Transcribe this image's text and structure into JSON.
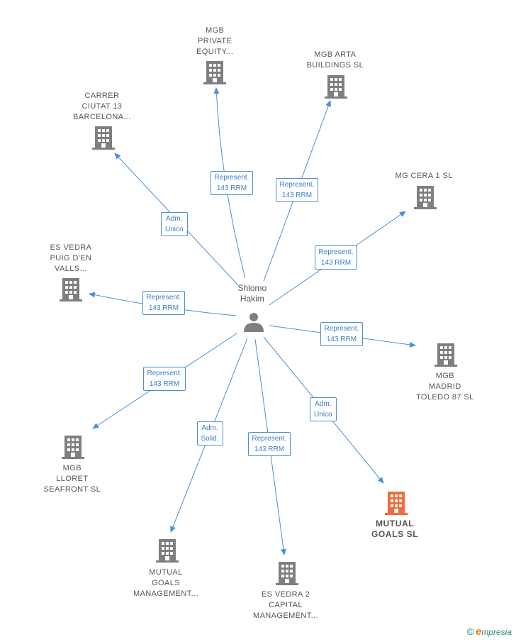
{
  "center": {
    "name": "Shlomo\nHakim"
  },
  "nodes": [
    {
      "id": "mgb-private",
      "label": "MGB\nPRIVATE\nEQUITY...",
      "highlight": false
    },
    {
      "id": "mgb-arta",
      "label": "MGB ARTA\nBUILDINGS  SL",
      "highlight": false
    },
    {
      "id": "carrer",
      "label": "CARRER\nCIUTAT 13\nBARCELONA...",
      "highlight": false
    },
    {
      "id": "mg-cera",
      "label": "MG CERA 1  SL",
      "highlight": false
    },
    {
      "id": "es-vedra-puig",
      "label": "ES VEDRA\nPUIG D'EN\nVALLS...",
      "highlight": false
    },
    {
      "id": "mgb-madrid",
      "label": "MGB\nMADRID\nTOLEDO 87  SL",
      "highlight": false
    },
    {
      "id": "mgb-lloret",
      "label": "MGB\nLLORET\nSEAFRONT  SL",
      "highlight": false
    },
    {
      "id": "mutual-goals",
      "label": "MUTUAL\nGOALS  SL",
      "highlight": true
    },
    {
      "id": "mutual-goals-mgmt",
      "label": "MUTUAL\nGOALS\nMANAGEMENT...",
      "highlight": false
    },
    {
      "id": "es-vedra-2",
      "label": "ES VEDRA 2\nCAPITAL\nMANAGEMENT...",
      "highlight": false
    }
  ],
  "edges": [
    {
      "to": "mgb-private",
      "label": "Represent.\n143 RRM"
    },
    {
      "to": "mgb-arta",
      "label": "Represent.\n143 RRM"
    },
    {
      "to": "carrer",
      "label": "Adm.\nUnico"
    },
    {
      "to": "mg-cera",
      "label": "Represent.\n143 RRM"
    },
    {
      "to": "es-vedra-puig",
      "label": "Represent.\n143 RRM"
    },
    {
      "to": "mgb-madrid",
      "label": "Represent.\n143 RRM"
    },
    {
      "to": "mgb-lloret",
      "label": "Represent.\n143 RRM"
    },
    {
      "to": "mutual-goals",
      "label": "Adm.\nUnico"
    },
    {
      "to": "mutual-goals-mgmt",
      "label": "Adm.\nSolid."
    },
    {
      "to": "es-vedra-2",
      "label": "Represent.\n143 RRM"
    }
  ],
  "colors": {
    "edge": "#4a8fd6",
    "building": "#7f7f7f",
    "building_highlight": "#f26b3a",
    "person": "#7f7f7f"
  },
  "brand": {
    "copyright": "©",
    "initial": "e",
    "rest": "mpresia"
  }
}
